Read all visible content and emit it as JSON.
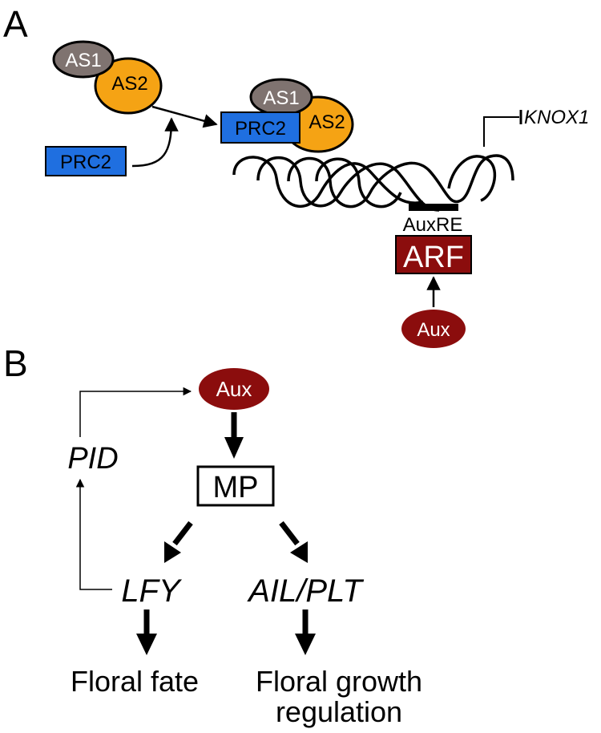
{
  "panel_a": {
    "letter": "A",
    "complex1": {
      "as1": "AS1",
      "as2": "AS2"
    },
    "prc2_free": "PRC2",
    "complex2": {
      "as1": "AS1",
      "as2": "AS2",
      "prc2": "PRC2"
    },
    "gene": "KNOX1",
    "auxre": "AuxRE",
    "arf": "ARF",
    "aux": "Aux"
  },
  "panel_b": {
    "letter": "B",
    "aux": "Aux",
    "mp": "MP",
    "pid": "PID",
    "lfy": "LFY",
    "ail_plt": "AIL/PLT",
    "floral_fate": "Floral fate",
    "growth_line1": "Floral growth",
    "growth_line2": "regulation"
  },
  "colors": {
    "as1_fill": "#7f7370",
    "as2_fill": "#f5a314",
    "prc2_fill": "#1f6fe0",
    "aux_fill": "#8b0d0d",
    "arf_fill": "#8b0d0d",
    "stroke": "#000000"
  }
}
